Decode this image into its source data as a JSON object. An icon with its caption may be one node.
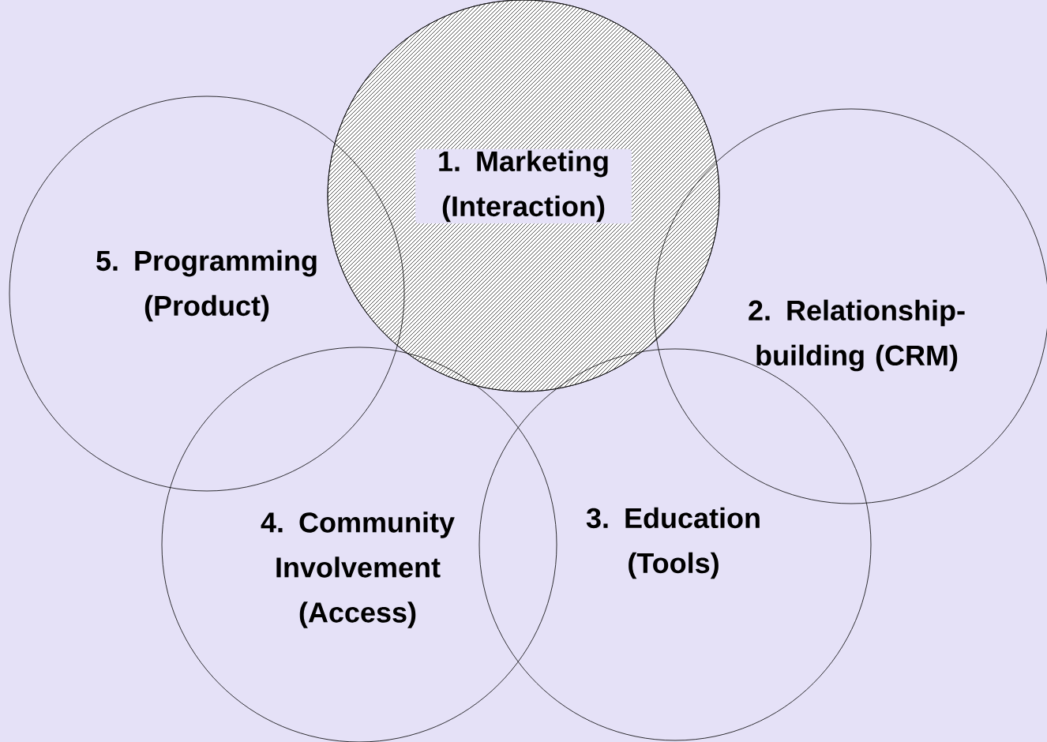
{
  "diagram": {
    "nodes": [
      {
        "text": [
          "1. Marketing (Interaction)"
        ]
      },
      {
        "text": [
          "2. Relationship-building (CRM)"
        ]
      },
      {
        "text": [
          "3. Education (Tools)"
        ]
      },
      {
        "text": [
          "4. Community Involvement (Access)"
        ]
      },
      {
        "text": [
          "5. Programming (Product)"
        ]
      }
    ]
  }
}
